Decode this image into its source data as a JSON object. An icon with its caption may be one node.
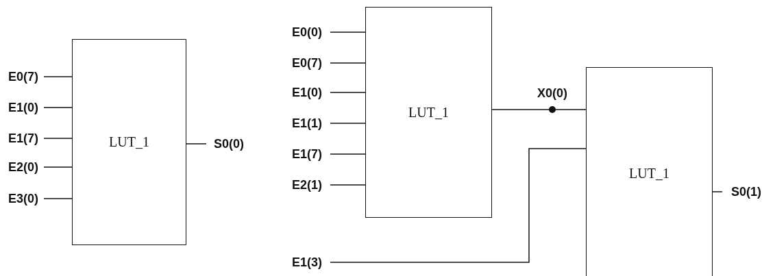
{
  "diagram": {
    "nodes": [
      {
        "text": [
          "LUT_1"
        ]
      },
      {
        "text": [
          "E0(7)"
        ]
      },
      {
        "text": [
          "E1(0)"
        ]
      },
      {
        "text": [
          "E1(7)"
        ]
      },
      {
        "text": [
          "E2(0)"
        ]
      },
      {
        "text": [
          "E3(0)"
        ]
      },
      {
        "text": [
          "S0(0)"
        ]
      },
      {
        "text": [
          "LUT_1"
        ]
      },
      {
        "text": [
          "E0(0)"
        ]
      },
      {
        "text": [
          "E0(7)"
        ]
      },
      {
        "text": [
          "E1(0)"
        ]
      },
      {
        "text": [
          "E1(1)"
        ]
      },
      {
        "text": [
          "E1(7)"
        ]
      },
      {
        "text": [
          "E2(1)"
        ]
      },
      {
        "text": [
          "E1(3)"
        ]
      },
      {
        "text": [
          "LUT_1"
        ]
      },
      {
        "text": [
          "S0(1)"
        ]
      }
    ],
    "edges": [
      {
        "from": 1,
        "to": 0,
        "arrow": "none"
      },
      {
        "from": 2,
        "to": 0,
        "arrow": "none"
      },
      {
        "from": 3,
        "to": 0,
        "arrow": "none"
      },
      {
        "from": 4,
        "to": 0,
        "arrow": "none"
      },
      {
        "from": 5,
        "to": 0,
        "arrow": "none"
      },
      {
        "from": 0,
        "to": 6,
        "arrow": "none"
      },
      {
        "from": 8,
        "to": 7,
        "arrow": "none"
      },
      {
        "from": 9,
        "to": 7,
        "arrow": "none"
      },
      {
        "from": 10,
        "to": 7,
        "arrow": "none"
      },
      {
        "from": 11,
        "to": 7,
        "arrow": "none"
      },
      {
        "from": 12,
        "to": 7,
        "arrow": "none"
      },
      {
        "from": 13,
        "to": 7,
        "arrow": "none"
      },
      {
        "from": 7,
        "to": 15,
        "label": "X0(0)",
        "arrow": "none"
      },
      {
        "from": 14,
        "to": 15,
        "arrow": "none"
      },
      {
        "from": 15,
        "to": 16,
        "arrow": "none"
      }
    ]
  }
}
